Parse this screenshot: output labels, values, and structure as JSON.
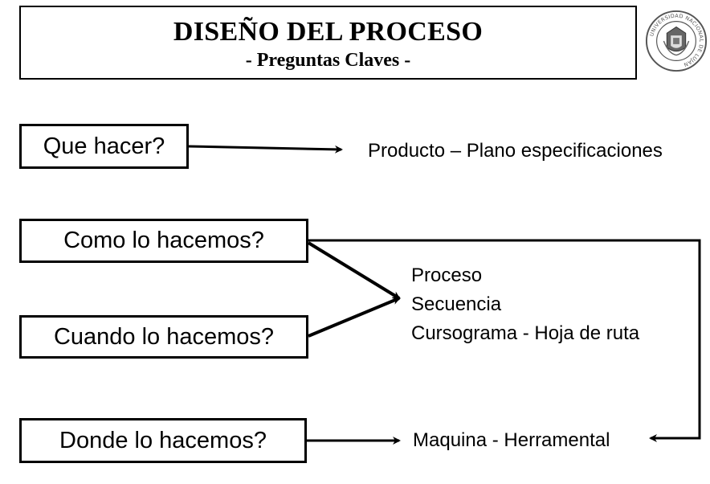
{
  "header": {
    "title": "DISEÑO DEL PROCESO",
    "subtitle": "- Preguntas Claves -",
    "seal_text": "UNIVERSIDAD NACIONAL DE LUJAN"
  },
  "questions": {
    "que": "Que hacer?",
    "como": "Como lo hacemos?",
    "cuando": "Cuando lo hacemos?",
    "donde": "Donde lo hacemos?"
  },
  "answers": {
    "producto": "Producto – Plano especificaciones",
    "proceso": [
      "Proceso",
      "Secuencia",
      "Cursograma - Hoja de ruta"
    ],
    "maquina": "Maquina - Herramental"
  },
  "colors": {
    "ink": "#000000",
    "background": "#ffffff"
  }
}
